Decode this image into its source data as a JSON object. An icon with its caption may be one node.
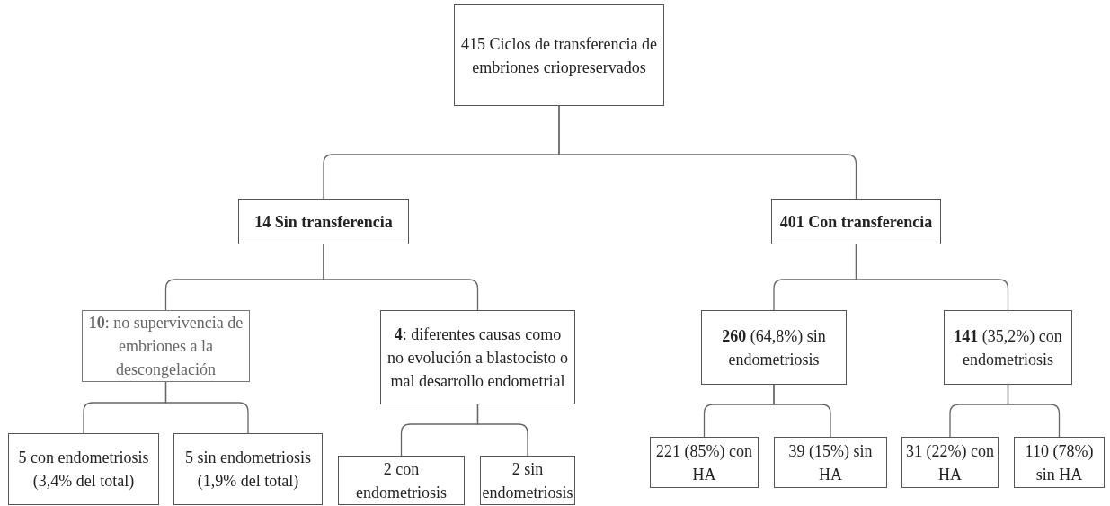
{
  "diagram": {
    "nodes": [
      {
        "text": [
          "415 Ciclos de transferencia de embriones criopreservados"
        ]
      },
      {
        "text": [
          "14 Sin transferencia"
        ]
      },
      {
        "text": [
          "401 Con transferencia"
        ]
      },
      {
        "text": [
          "**10**: no supervivencia de embriones a la descongelación"
        ]
      },
      {
        "text": [
          "**4**: diferentes causas como no evolución a blastocisto o mal desarrollo endometrial"
        ]
      },
      {
        "text": [
          "**260** (64,8%) sin endometriosis"
        ]
      },
      {
        "text": [
          "**141** (35,2%) con endometriosis"
        ]
      },
      {
        "text": [
          "5 con endometriosis (3,4% del total)"
        ]
      },
      {
        "text": [
          "5 sin endometriosis (1,9% del total)"
        ]
      },
      {
        "text": [
          "2 con endometriosis"
        ]
      },
      {
        "text": [
          "2 sin endometriosis"
        ]
      },
      {
        "text": [
          "221 (85%) con HA"
        ]
      },
      {
        "text": [
          "39 (15%) sin HA"
        ]
      },
      {
        "text": [
          "31 (22%) con HA"
        ]
      },
      {
        "text": [
          "110 (78%) sin HA"
        ]
      }
    ],
    "edges": [
      {
        "from": 0,
        "to": 1,
        "arrow": "none"
      },
      {
        "from": 0,
        "to": 2,
        "arrow": "none"
      },
      {
        "from": 1,
        "to": 3,
        "arrow": "none"
      },
      {
        "from": 1,
        "to": 4,
        "arrow": "none"
      },
      {
        "from": 2,
        "to": 5,
        "arrow": "none"
      },
      {
        "from": 2,
        "to": 6,
        "arrow": "none"
      },
      {
        "from": 3,
        "to": 7,
        "arrow": "none"
      },
      {
        "from": 3,
        "to": 8,
        "arrow": "none"
      },
      {
        "from": 4,
        "to": 9,
        "arrow": "none"
      },
      {
        "from": 4,
        "to": 10,
        "arrow": "none"
      },
      {
        "from": 5,
        "to": 11,
        "arrow": "none"
      },
      {
        "from": 5,
        "to": 12,
        "arrow": "none"
      },
      {
        "from": 6,
        "to": 13,
        "arrow": "none"
      },
      {
        "from": 6,
        "to": 14,
        "arrow": "none"
      }
    ]
  }
}
